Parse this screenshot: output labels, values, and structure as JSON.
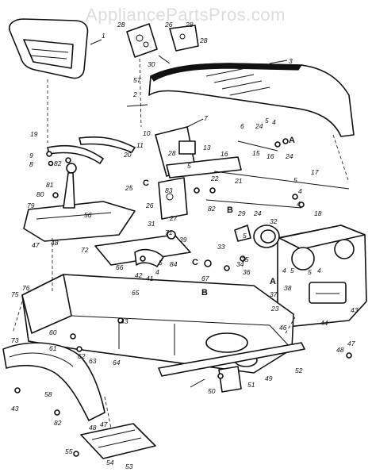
{
  "watermark": "AppliancePartsPros.com",
  "callouts": {
    "c1": "1",
    "c2": "2",
    "c3": "3",
    "c4a": "4",
    "c4b": "4",
    "c4c": "4",
    "c4d": "4",
    "c4e": "4",
    "c4f": "4",
    "c5a": "5",
    "c5b": "5",
    "c5c": "5",
    "c5d": "5",
    "c5e": "5",
    "c5f": "5",
    "c5g": "5",
    "c6": "6",
    "c7": "7",
    "c8": "8",
    "c9": "9",
    "c10": "10",
    "c11": "11",
    "c13": "13",
    "c15": "15",
    "c16a": "16",
    "c16b": "16",
    "c17": "17",
    "c18": "18",
    "c19": "19",
    "c20": "20",
    "c21": "21",
    "c22": "22",
    "c23": "23",
    "c24a": "24",
    "c24b": "24",
    "c24c": "24",
    "c25": "25",
    "c26": "26",
    "c26b": "26",
    "c27": "27",
    "c28a": "28",
    "c28b": "28",
    "c28c": "28",
    "c28d": "28",
    "c29": "29",
    "c30": "30",
    "c31": "31",
    "c32": "32",
    "c33": "33",
    "c34": "34",
    "c35": "35",
    "c36": "36",
    "c37": "37",
    "c38": "38",
    "c39": "39",
    "c41": "41",
    "c42": "42",
    "c43a": "43",
    "c43b": "43",
    "c43c": "43",
    "c44": "44",
    "c46": "46",
    "c47a": "47",
    "c47b": "47",
    "c47c": "47",
    "c48a": "48",
    "c48b": "48",
    "c48c": "48",
    "c49": "49",
    "c50": "50",
    "c51": "51",
    "c52": "52",
    "c53": "53",
    "c54": "54",
    "c55": "55",
    "c56": "56",
    "c57": "57",
    "c58": "58",
    "c60": "60",
    "c61": "61",
    "c62": "62",
    "c63": "63",
    "c64": "64",
    "c65": "65",
    "c66": "66",
    "c67": "67",
    "c71": "71",
    "c72": "72",
    "c73": "73",
    "c75": "75",
    "c76": "76",
    "c79": "79",
    "c80": "80",
    "c81": "81",
    "c82a": "82",
    "c82b": "82",
    "c82c": "82",
    "c83": "83",
    "c84": "84"
  },
  "ref_letters": {
    "a1": "A",
    "a2": "A",
    "b1": "B",
    "b2": "B",
    "cc1": "C",
    "cc2": "C"
  }
}
